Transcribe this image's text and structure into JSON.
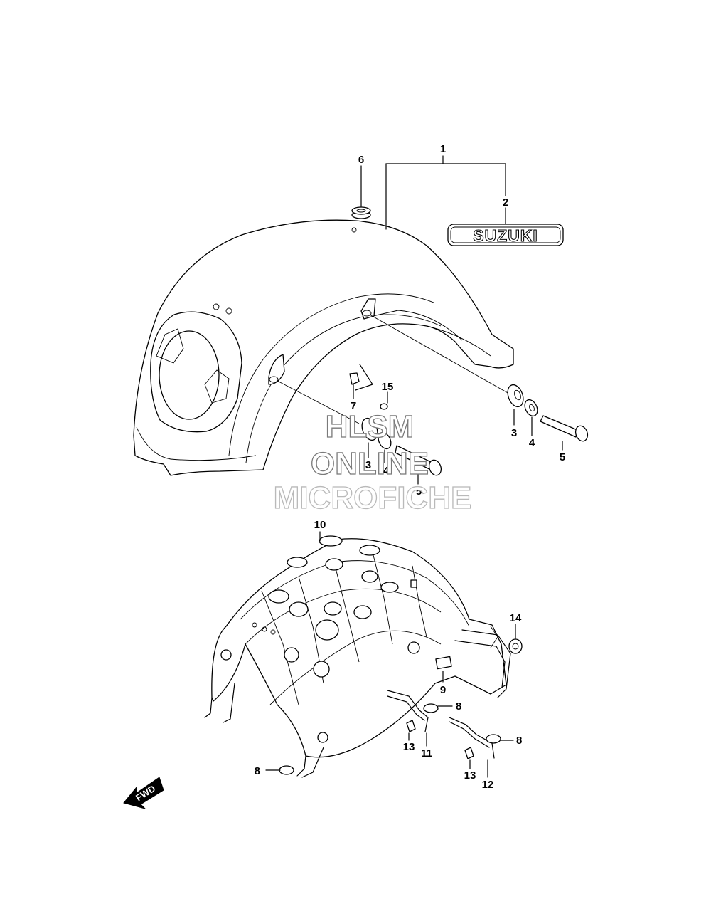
{
  "callouts": [
    {
      "id": "c1",
      "label": "1"
    },
    {
      "id": "c2",
      "label": "2"
    },
    {
      "id": "c3a",
      "label": "3"
    },
    {
      "id": "c3b",
      "label": "3"
    },
    {
      "id": "c4a",
      "label": "4"
    },
    {
      "id": "c4b",
      "label": "4"
    },
    {
      "id": "c5a",
      "label": "5"
    },
    {
      "id": "c5b",
      "label": "5"
    },
    {
      "id": "c6",
      "label": "6"
    },
    {
      "id": "c7",
      "label": "7"
    },
    {
      "id": "c8a",
      "label": "8"
    },
    {
      "id": "c8b",
      "label": "8"
    },
    {
      "id": "c8c",
      "label": "8"
    },
    {
      "id": "c9",
      "label": "9"
    },
    {
      "id": "c10",
      "label": "10"
    },
    {
      "id": "c11",
      "label": "11"
    },
    {
      "id": "c12",
      "label": "12"
    },
    {
      "id": "c13a",
      "label": "13"
    },
    {
      "id": "c13b",
      "label": "13"
    },
    {
      "id": "c14",
      "label": "14"
    },
    {
      "id": "c15",
      "label": "15"
    }
  ],
  "emblem_text": "SUZUKI",
  "direction_arrow_text": "FWD",
  "watermark": {
    "line1": "HLSM",
    "line2": "ONLINE",
    "line3": "MICROFICHE"
  }
}
